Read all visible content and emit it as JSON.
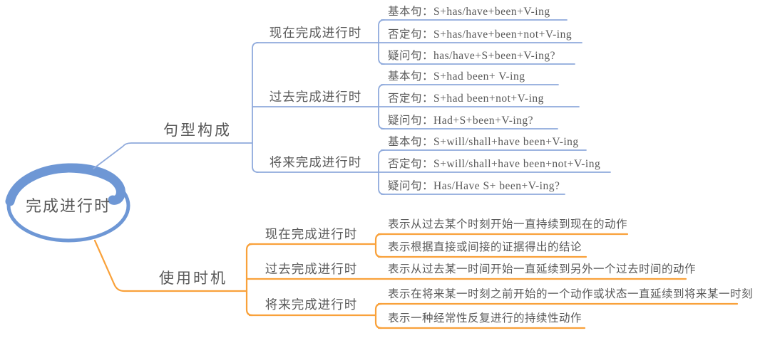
{
  "root": {
    "label": "完成进行时"
  },
  "colors": {
    "top_branch_line": "#8FAADC",
    "bottom_branch_line": "#F9A13A",
    "root_ellipse_stroke": "#6E97D5",
    "text": "#595959"
  },
  "branches": [
    {
      "label": "句型构成",
      "children": [
        {
          "label": "现在完成进行时",
          "leaves": [
            "基本句：S+has/have+been+V-ing",
            "否定句：S+has/have+been+not+V-ing",
            "疑问句：has/have+S+been+V-ing?"
          ]
        },
        {
          "label": "过去完成进行时",
          "leaves": [
            "基本句：S+had been+ V-ing",
            "否定句：S+had been+not+V-ing",
            "疑问句：Had+S+been+V-ing?"
          ]
        },
        {
          "label": "将来完成进行时",
          "leaves": [
            "基本句：S+will/shall+have been+V-ing",
            "否定句：S+will/shall+have been+not+V-ing",
            "疑问句：Has/Have S+ been+V-ing?"
          ]
        }
      ]
    },
    {
      "label": "使用时机",
      "children": [
        {
          "label": "现在完成进行时",
          "leaves": [
            "表示从过去某个时刻开始一直持续到现在的动作",
            "表示根据直接或间接的证据得出的结论"
          ]
        },
        {
          "label": "过去完成进行时",
          "leaves": [
            "表示从过去某一时间开始一直延续到另外一个过去时间的动作"
          ]
        },
        {
          "label": "将来完成进行时",
          "leaves": [
            "表示在将来某一时刻之前开始的一个动作或状态一直延续到将来某一时刻",
            "表示一种经常性反复进行的持续性动作"
          ]
        }
      ]
    }
  ]
}
